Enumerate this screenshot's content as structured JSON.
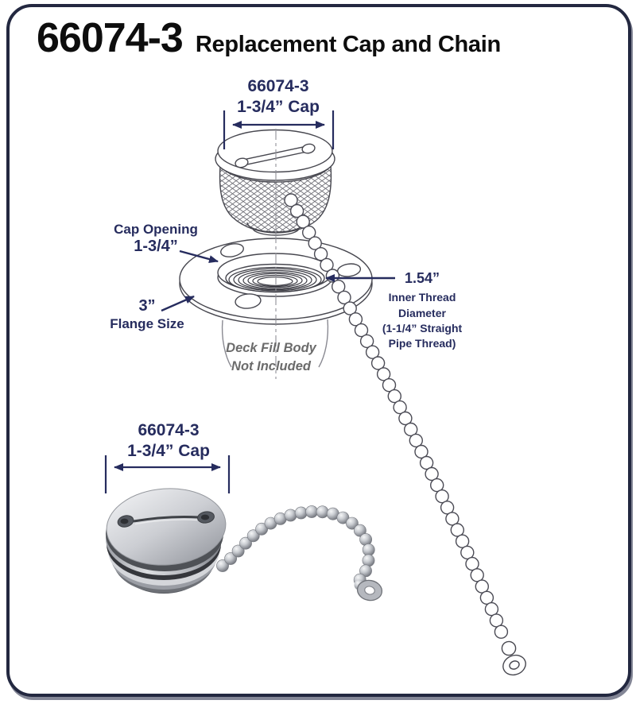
{
  "header": {
    "part_number": "66074-3",
    "product_title": "Replacement Cap and Chain"
  },
  "top_diagram": {
    "dimension_label": {
      "line1": "66074-3",
      "line2": "1-3/4” Cap"
    },
    "cap_opening_label": {
      "line1": "Cap Opening",
      "line2": "1-3/4”"
    },
    "flange_label": {
      "line1": "3”",
      "line2": "Flange Size"
    },
    "inner_thread_label": {
      "value": "1.54”",
      "line1": "Inner Thread",
      "line2": "Diameter",
      "line3": "(1-1/4” Straight",
      "line4": "Pipe Thread)"
    },
    "deck_fill_note": {
      "line1": "Deck Fill Body",
      "line2": "Not Included"
    }
  },
  "bottom_diagram": {
    "dimension_label": {
      "line1": "66074-3",
      "line2": "1-3/4” Cap"
    }
  },
  "colors": {
    "accent_navy": "#262c5e",
    "border_navy": "#232840",
    "line_art": "#47474f",
    "note_gray": "#6b6b6b",
    "metal_light": "#f2f3f5",
    "metal_dark": "#65686e"
  }
}
